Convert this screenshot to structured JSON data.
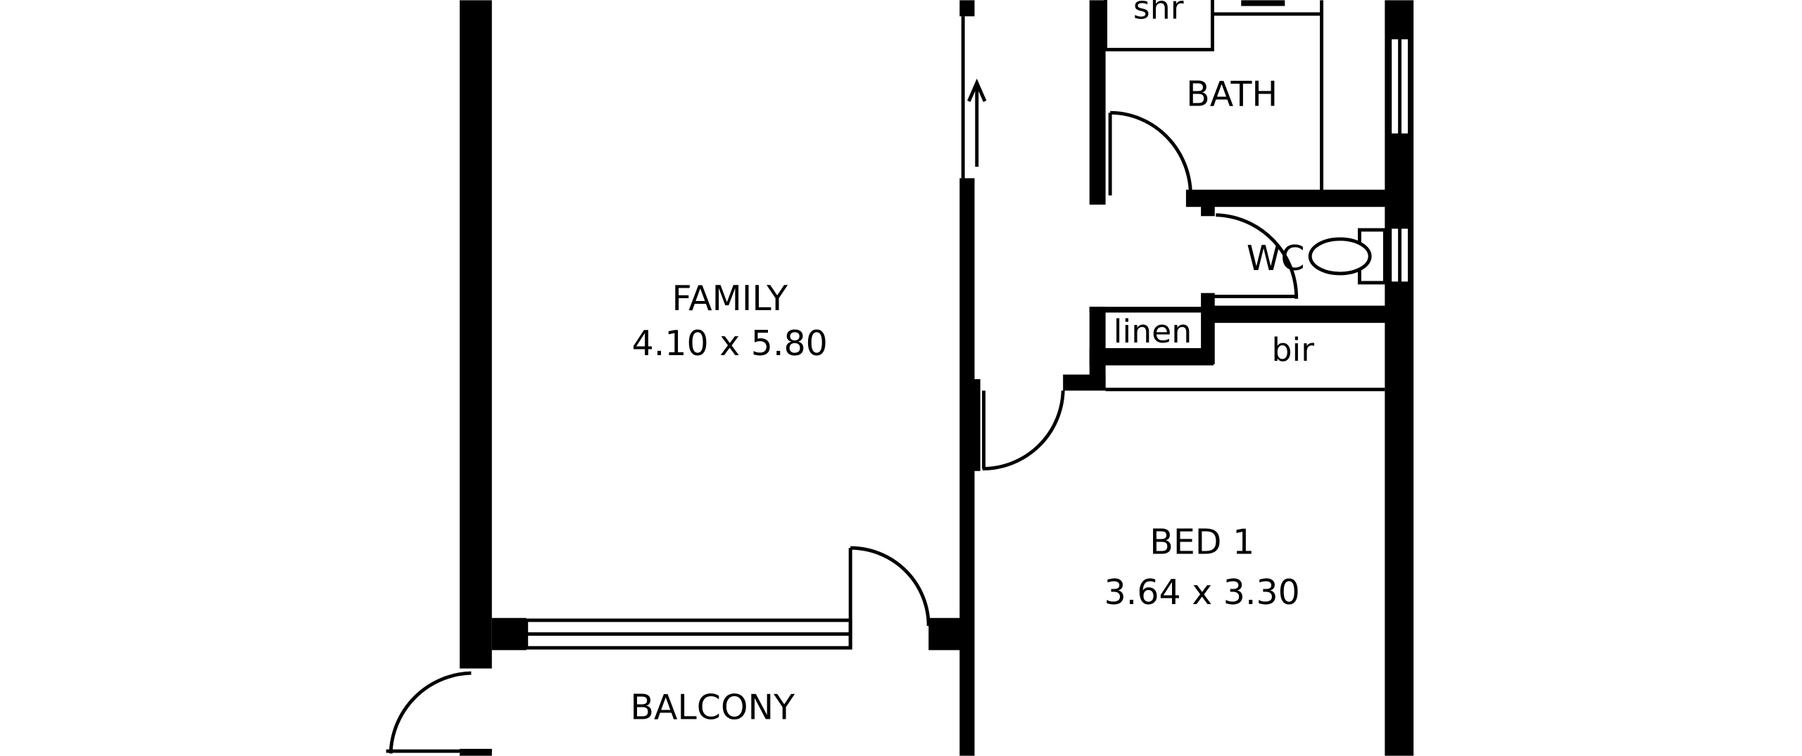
{
  "floorplan": {
    "rooms": {
      "family": {
        "name": "FAMILY",
        "size": "4.10 x 5.80"
      },
      "bed1": {
        "name": "BED 1",
        "size": "3.64 x 3.30"
      },
      "balcony": {
        "name": "BALCONY"
      },
      "bath": {
        "name": "BATH"
      },
      "shower": {
        "name": "shr"
      },
      "wc": {
        "name": "WC"
      },
      "linen": {
        "name": "linen"
      },
      "bir": {
        "name": "bir"
      }
    },
    "colors": {
      "wall": "#000000",
      "background": "#ffffff"
    }
  }
}
